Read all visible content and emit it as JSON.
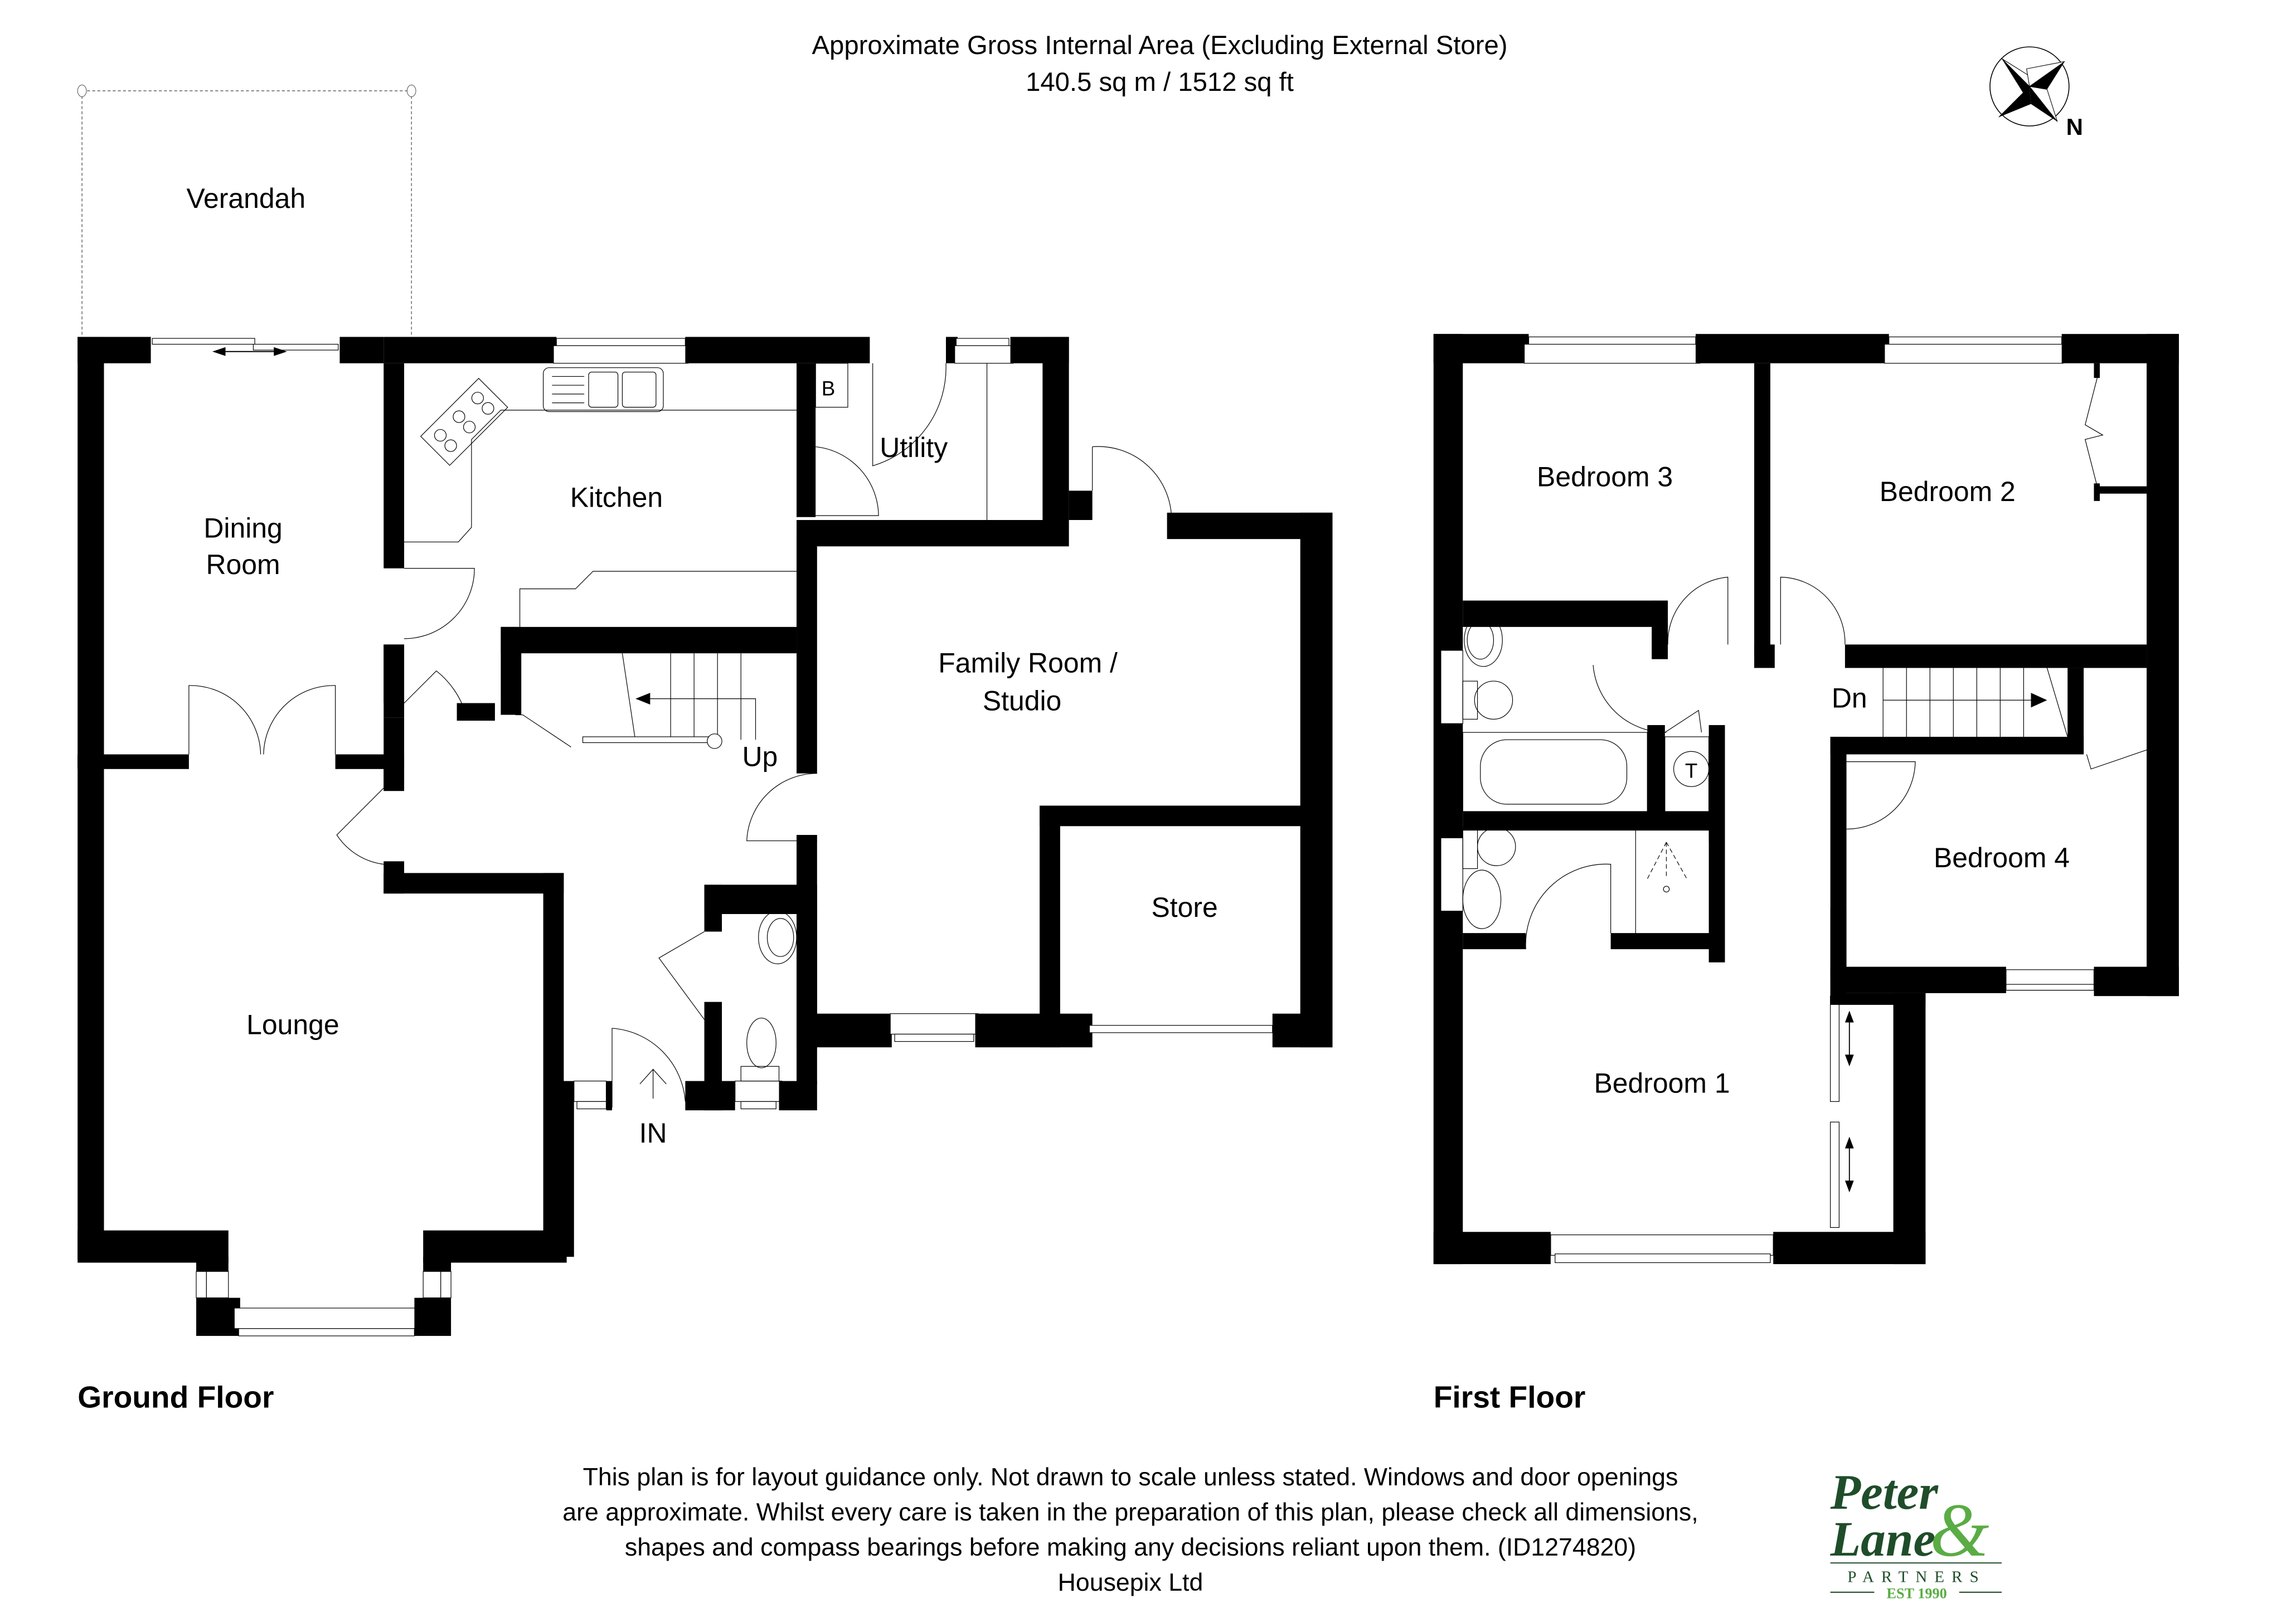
{
  "header": {
    "line1": "Approximate Gross Internal Area (Excluding External Store)",
    "line2": "140.5 sq m / 1512 sq ft"
  },
  "compass": {
    "label": "N",
    "icon": "compass-rose-icon"
  },
  "ground_floor": {
    "title": "Ground Floor",
    "rooms": {
      "verandah": "Verandah",
      "dining_line1": "Dining",
      "dining_line2": "Room",
      "kitchen": "Kitchen",
      "utility": "Utility",
      "boiler": "B",
      "family_line1": "Family Room /",
      "family_line2": "Studio",
      "store": "Store",
      "lounge": "Lounge"
    },
    "stairs_label": "Up",
    "entrance_label": "IN"
  },
  "first_floor": {
    "title": "First Floor",
    "rooms": {
      "bedroom1": "Bedroom 1",
      "bedroom2": "Bedroom 2",
      "bedroom3": "Bedroom 3",
      "bedroom4": "Bedroom 4",
      "tank": "T"
    },
    "stairs_label": "Dn"
  },
  "footer": {
    "line1": "This plan is for layout guidance only. Not drawn to scale unless stated. Windows and door openings",
    "line2": "are approximate. Whilst every care is taken in the preparation of this plan, please check all dimensions,",
    "line3": "shapes and compass bearings before making any decisions reliant upon them. (ID1274820)",
    "line4": "Housepix Ltd"
  },
  "logo": {
    "word1": "Peter",
    "word2": "Lane",
    "ampersand": "&",
    "partners": "PARTNERS",
    "est": "EST 1990",
    "colors": {
      "dark": "#1f4d2a",
      "light": "#5aac44"
    }
  }
}
